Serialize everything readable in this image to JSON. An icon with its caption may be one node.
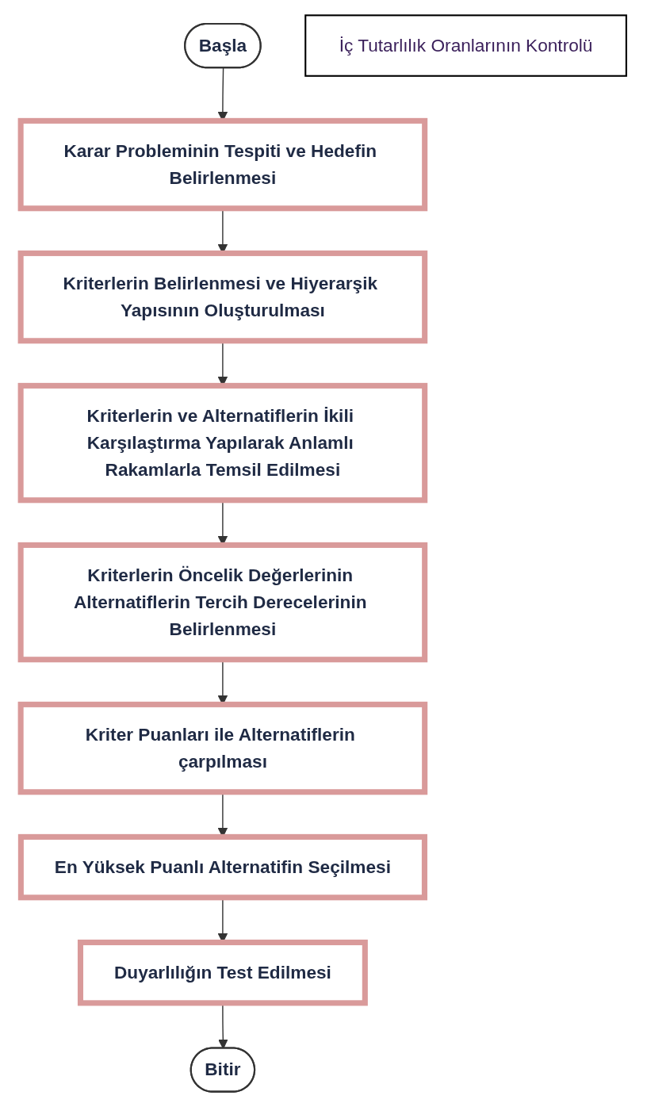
{
  "diagram": {
    "nodes": [
      {
        "text": [
          "Başla"
        ]
      },
      {
        "text": [
          "Karar Probleminin Tespiti ve Hedefin Belirlenmesi"
        ]
      },
      {
        "text": [
          "Kriterlerin Belirlenmesi ve Hiyerarşik Yapısının Oluşturulması"
        ]
      },
      {
        "text": [
          "Kriterlerin ve Alternatiflerin İkili Karşılaştırma Yapılarak Anlamlı Rakamlarla Temsil Edilmesi"
        ]
      },
      {
        "text": [
          "İç Tutarlılık Oranlarının Kontrolü"
        ]
      },
      {
        "text": [
          "Kriterlerin Öncelik Değerlerinin Alternatiflerin Tercih Derecelerinin Belirlenmesi"
        ]
      },
      {
        "text": [
          "Kriter Puanları ile Alternatiflerin çarpılması"
        ]
      },
      {
        "text": [
          "En Yüksek Puanlı Alternatifin Seçilmesi"
        ]
      },
      {
        "text": [
          "Duyarlılığın Test Edilmesi"
        ]
      },
      {
        "text": [
          "Bitir"
        ]
      }
    ],
    "edges": [
      {
        "from": 0,
        "to": 1,
        "arrow": "to"
      },
      {
        "from": 1,
        "to": 2,
        "arrow": "to"
      },
      {
        "from": 2,
        "to": 3,
        "arrow": "to"
      },
      {
        "from": 3,
        "to": 5,
        "arrow": "to"
      },
      {
        "from": 5,
        "to": 6,
        "arrow": "to"
      },
      {
        "from": 6,
        "to": 7,
        "arrow": "to"
      },
      {
        "from": 7,
        "to": 8,
        "arrow": "to"
      },
      {
        "from": 8,
        "to": 9,
        "arrow": "to"
      }
    ]
  }
}
